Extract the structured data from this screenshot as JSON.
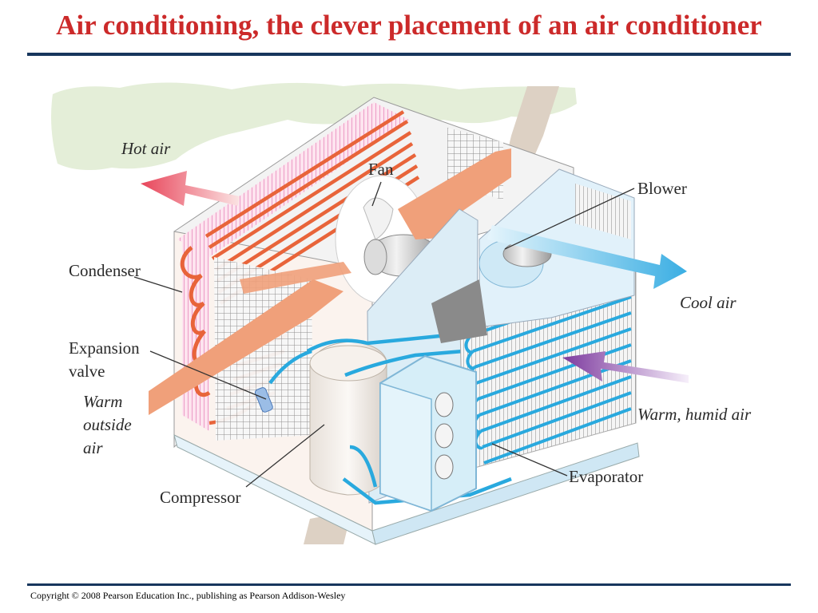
{
  "title": "Air conditioning, the clever placement of an air conditioner",
  "footer": {
    "copyright": "Copyright © 2008 Pearson Education Inc., publishing as Pearson Addison-Wesley"
  },
  "diagram": {
    "labels": {
      "hot_air": "Hot air",
      "fan": "Fan",
      "blower": "Blower",
      "condenser": "Condenser",
      "cool_air": "Cool air",
      "expansion_valve_line1": "Expansion",
      "expansion_valve_line2": "valve",
      "warm_outside_air_line1": "Warm",
      "warm_outside_air_line2": "outside",
      "warm_outside_air_line3": "air",
      "warm_humid_air": "Warm, humid air",
      "evaporator": "Evaporator",
      "compressor": "Compressor"
    },
    "colors": {
      "title": "#cc2a2a",
      "rule": "#17365d",
      "hot_coil": "#e8643a",
      "cold_coil": "#29a9de",
      "warm_arrow": "#f0a07a",
      "hot_arrow": "#e8455a",
      "cool_arrow": "#4fb8e8",
      "humid_arrow": "#8e44ad"
    }
  }
}
